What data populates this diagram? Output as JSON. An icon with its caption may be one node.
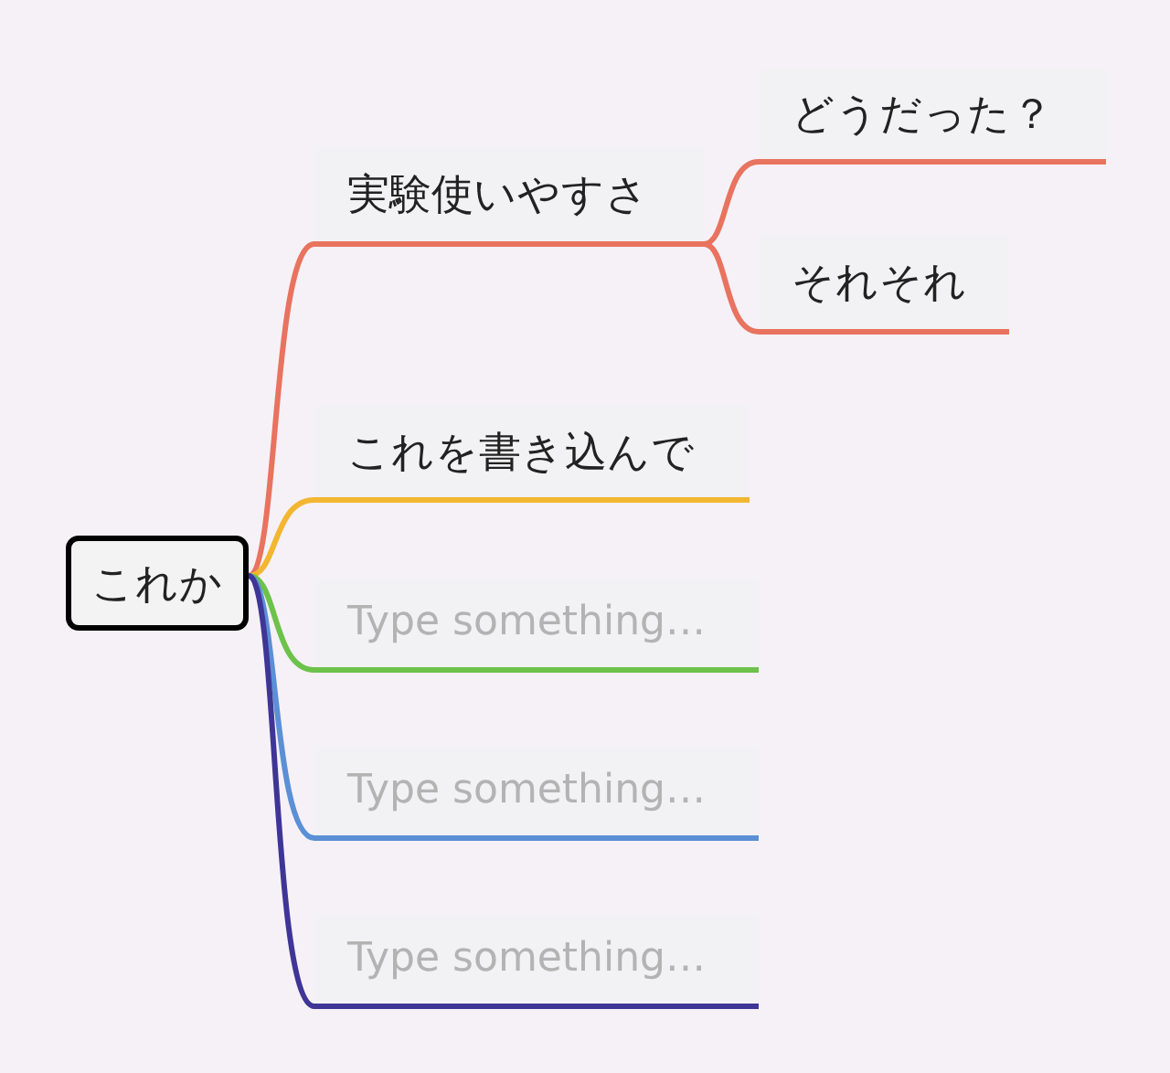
{
  "diagram": {
    "nodes": [
      {
        "text": [
          "これか"
        ]
      },
      {
        "text": [
          "実験使いやすさ"
        ]
      },
      {
        "text": [
          "どうだった？"
        ]
      },
      {
        "text": [
          "それそれ"
        ]
      },
      {
        "text": [
          "これを書き込んで"
        ]
      },
      {
        "text": [
          "Type something…"
        ]
      },
      {
        "text": [
          "Type something…"
        ]
      },
      {
        "text": [
          "Type something…"
        ]
      }
    ],
    "edges": [
      {
        "from": 0,
        "to": 1,
        "arrow": "none"
      },
      {
        "from": 1,
        "to": 2,
        "arrow": "none"
      },
      {
        "from": 1,
        "to": 3,
        "arrow": "none"
      },
      {
        "from": 0,
        "to": 4,
        "arrow": "none",
        "color": "#f2b631"
      },
      {
        "from": 0,
        "to": 5,
        "arrow": "none",
        "color": "#6cc24a"
      },
      {
        "from": 0,
        "to": 6,
        "arrow": "none",
        "color": "#5b8fd6"
      },
      {
        "from": 0,
        "to": 7,
        "arrow": "none",
        "color": "#3f3597"
      }
    ]
  }
}
